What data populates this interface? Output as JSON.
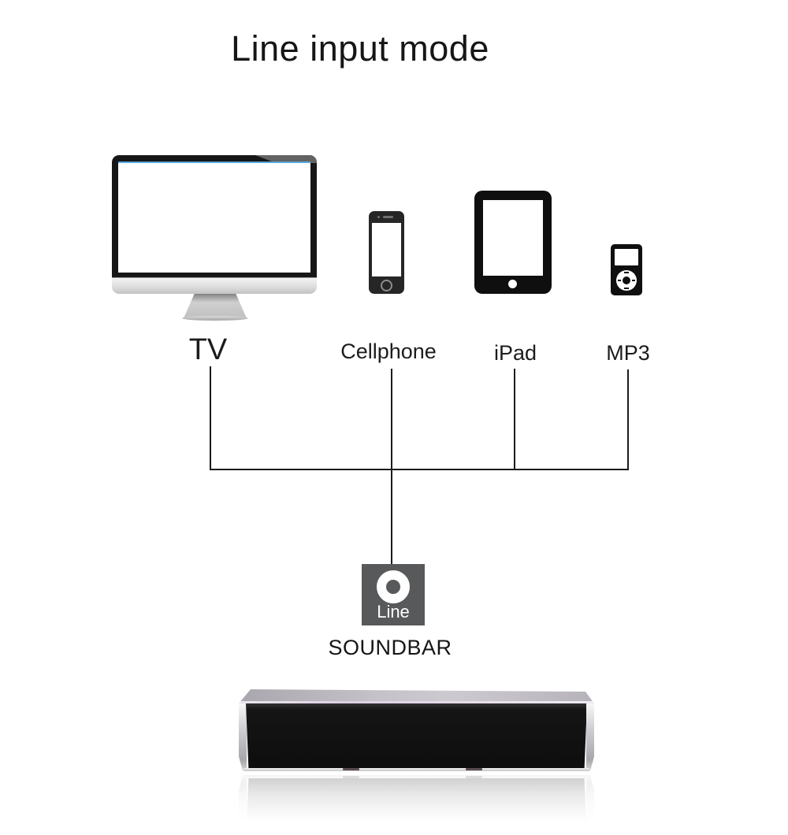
{
  "header": {
    "title": "Line input mode"
  },
  "devices": [
    {
      "id": "tv",
      "label": "TV"
    },
    {
      "id": "cellphone",
      "label": "Cellphone"
    },
    {
      "id": "ipad",
      "label": "iPad"
    },
    {
      "id": "mp3",
      "label": "MP3"
    }
  ],
  "line_input": {
    "icon_label": "Line",
    "device_name": "SOUNDBAR"
  },
  "colors": {
    "badge_gray": "#58595b",
    "connector_black": "#1b1b1b",
    "screen_blue_line": "#58a8da",
    "background": "#ffffff"
  }
}
